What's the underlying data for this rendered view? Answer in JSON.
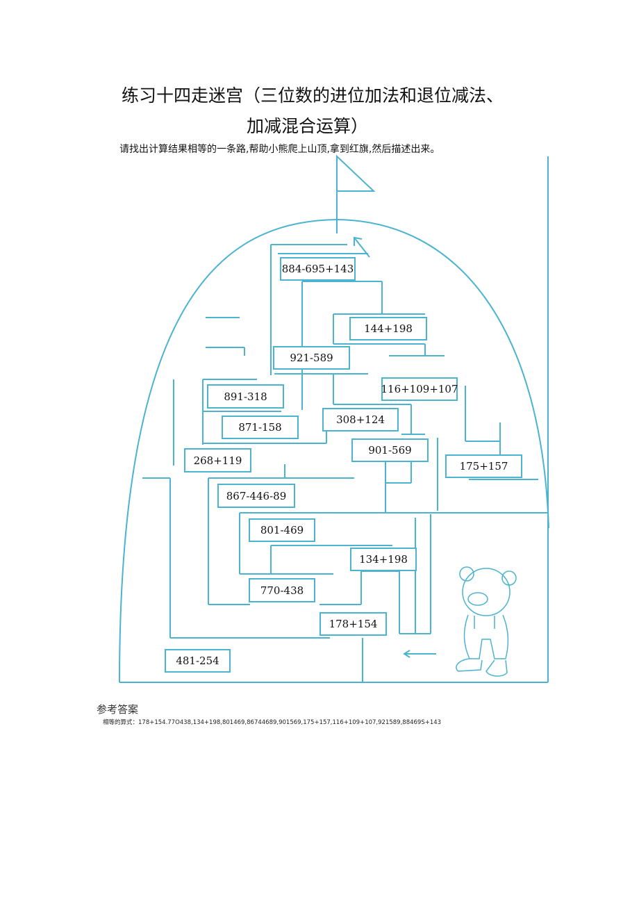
{
  "title": {
    "line1": "练习十四走迷宫（三位数的进位加法和退位减法、",
    "line2": "加减混合运算）"
  },
  "instruction": "请找出计算结果相等的一条路,帮助小熊爬上山顶,拿到红旗,然后描述出来。",
  "maze": {
    "line_color": "#4bb3d0",
    "boxes": [
      "884-695+143",
      "144+198",
      "921-589",
      "116+109+107",
      "891-318",
      "308+124",
      "871-158",
      "901-569",
      "268+119",
      "175+157",
      "867-446-89",
      "801-469",
      "134+198",
      "770-438",
      "178+154",
      "481-254"
    ]
  },
  "answer": {
    "heading": "参考答案",
    "text": "相等的算式：178+154.77O438,134+198,801469,86744689,901569,175+157,116+109+107,921589,88469S+143"
  }
}
